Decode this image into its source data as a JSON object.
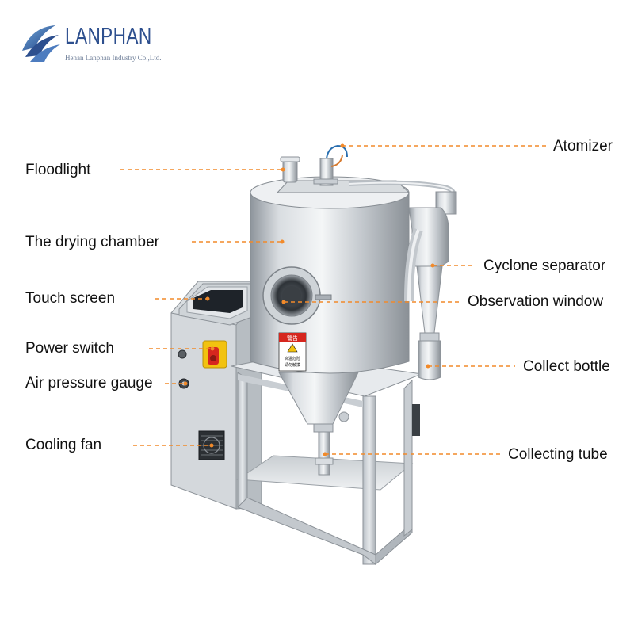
{
  "brand": {
    "name": "LANPHAN",
    "subtitle": "Henan Lanphan Industry Co.,Ltd."
  },
  "colors": {
    "leader": "#f28a2a",
    "brand": "#2d4f8e",
    "steel_light": "#e9ecef",
    "steel_dark": "#9aa1a8",
    "switch_yellow": "#f2c20f",
    "switch_red": "#d6261e",
    "screen": "#1e2329"
  },
  "labels": {
    "floodlight": "Floodlight",
    "drying_chamber": "The drying chamber",
    "touch_screen": "Touch screen",
    "power_switch": "Power switch",
    "air_pressure_gauge": "Air pressure gauge",
    "cooling_fan": "Cooling fan",
    "atomizer": "Atomizer",
    "cyclone_separator": "Cyclone separator",
    "observation_window": "Observation window",
    "collect_bottle": "Collect bottle",
    "collecting_tube": "Collecting tube"
  },
  "warning_sign": {
    "top": "警告",
    "line1": "高温危险",
    "line2": "请勿触摸"
  }
}
